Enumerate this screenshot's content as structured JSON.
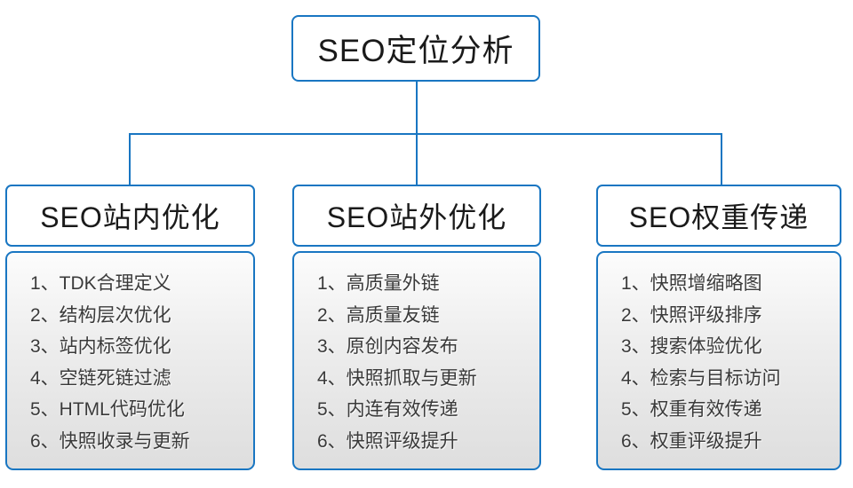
{
  "diagram": {
    "colors": {
      "accent": "#1976c2",
      "header_text": "#1a1a1a",
      "item_text": "#3a3a3a"
    },
    "root": {
      "title": "SEO定位分析"
    },
    "columns": [
      {
        "title": "SEO站内优化",
        "items": [
          "1、TDK合理定义",
          "2、结构层次优化",
          "3、站内标签优化",
          "4、空链死链过滤",
          "5、HTML代码优化",
          "6、快照收录与更新"
        ]
      },
      {
        "title": "SEO站外优化",
        "items": [
          "1、高质量外链",
          "2、高质量友链",
          "3、原创内容发布",
          "4、快照抓取与更新",
          "5、内连有效传递",
          "6、快照评级提升"
        ]
      },
      {
        "title": "SEO权重传递",
        "items": [
          "1、快照增缩略图",
          "2、快照评级排序",
          "3、搜索体验优化",
          "4、检索与目标访问",
          "5、权重有效传递",
          "6、权重评级提升"
        ]
      }
    ]
  }
}
